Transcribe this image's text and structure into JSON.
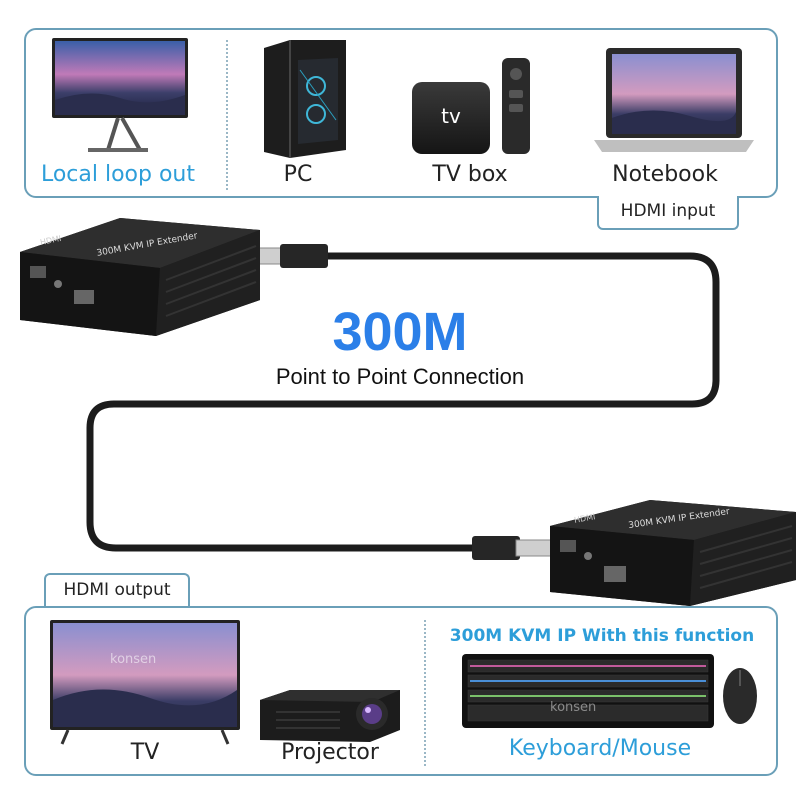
{
  "top_panel": {
    "devices": [
      {
        "label": "Local loop out",
        "icon": "monitor-icon"
      },
      {
        "label": "PC",
        "icon": "pc-tower-icon"
      },
      {
        "label": "TV box",
        "icon": "tv-box-icon"
      },
      {
        "label": "Notebook",
        "icon": "notebook-icon"
      }
    ],
    "tv_box_text": "tv",
    "input_tag": "HDMI input"
  },
  "transmitter": {
    "brand": "HDMI",
    "model": "300M KVM IP Extender"
  },
  "receiver": {
    "brand": "HDMI",
    "model": "300M KVM IP Extender"
  },
  "connection": {
    "distance": "300M",
    "caption": "Point to Point Connection"
  },
  "bottom_panel": {
    "output_tag": "HDMI output",
    "devices": [
      {
        "label": "TV",
        "icon": "tv-icon"
      },
      {
        "label": "Projector",
        "icon": "projector-icon"
      },
      {
        "label": "Keyboard/Mouse",
        "icon": "keyboard-mouse-icon"
      }
    ],
    "kvm_note": "300M KVM IP With this function",
    "watermark": "konsen"
  },
  "colors": {
    "accent_blue": "#2d9ed9",
    "panel_border": "#6a9fb8",
    "device_dark": "#1e1e1e"
  }
}
